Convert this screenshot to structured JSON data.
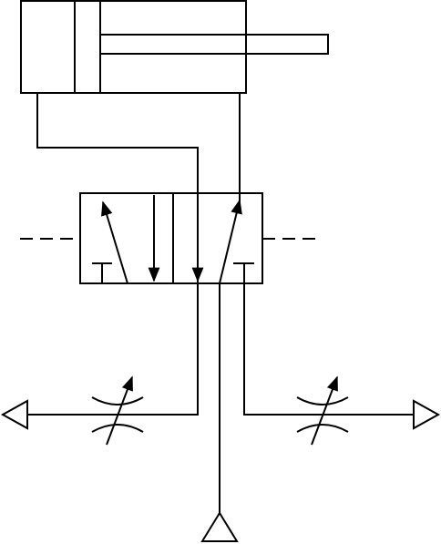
{
  "diagram": {
    "kind": "pneumatic-circuit",
    "components": {
      "cylinder": "double-acting-cylinder",
      "valve": "5-2-directional-control-valve",
      "flow_controls": [
        "adjustable-throttle-left",
        "adjustable-throttle-right"
      ],
      "exhausts": [
        "exhaust-left",
        "exhaust-right"
      ],
      "supply": "pressure-source"
    },
    "colors": {
      "stroke": "#000000",
      "background": "#ffffff"
    }
  }
}
